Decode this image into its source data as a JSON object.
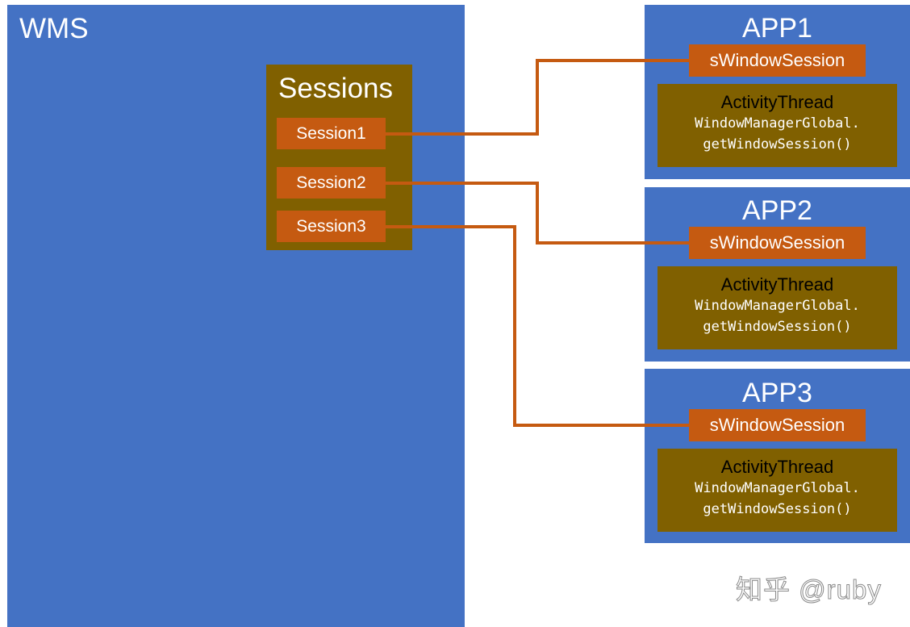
{
  "colors": {
    "wms_box": "#4472c4",
    "sessions_box": "#806000",
    "session_chip": "#c55a11",
    "connector": "#c55a11",
    "thread_box": "#806000"
  },
  "wms": {
    "title": "WMS",
    "sessions": {
      "title": "Sessions",
      "items": [
        "Session1",
        "Session2",
        "Session3"
      ]
    }
  },
  "apps": [
    {
      "title": "APP1",
      "session_label": "sWindowSession",
      "thread_title": "ActivityThread",
      "code_line1": "WindowManagerGlobal.",
      "code_line2": "getWindowSession()"
    },
    {
      "title": "APP2",
      "session_label": "sWindowSession",
      "thread_title": "ActivityThread",
      "code_line1": "WindowManagerGlobal.",
      "code_line2": "getWindowSession()"
    },
    {
      "title": "APP3",
      "session_label": "sWindowSession",
      "thread_title": "ActivityThread",
      "code_line1": "WindowManagerGlobal.",
      "code_line2": "getWindowSession()"
    }
  ],
  "connections": [
    {
      "from": "Session1",
      "to": "APP1"
    },
    {
      "from": "Session2",
      "to": "APP2"
    },
    {
      "from": "Session3",
      "to": "APP3"
    }
  ],
  "watermark": "知乎 @ruby"
}
